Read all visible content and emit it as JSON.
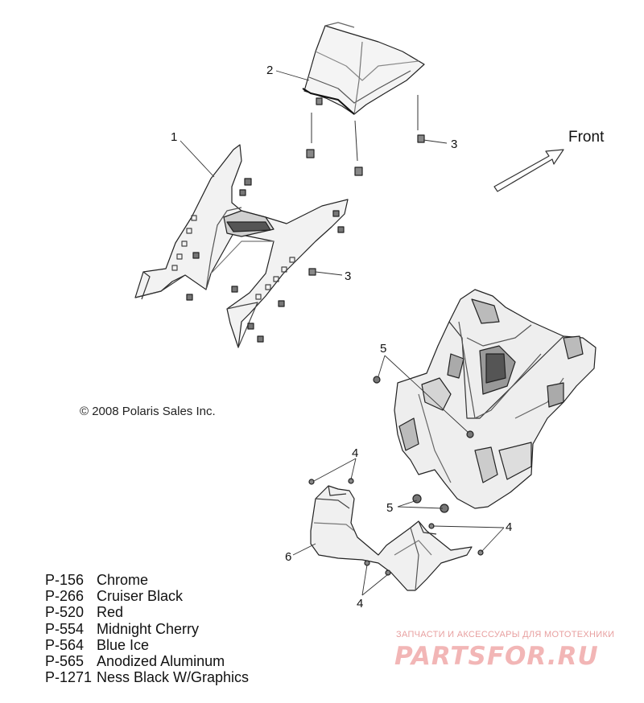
{
  "diagram": {
    "direction_label": "Front",
    "copyright": "© 2008 Polaris Sales Inc.",
    "callouts": [
      {
        "id": "c1",
        "text": "1"
      },
      {
        "id": "c2",
        "text": "2"
      },
      {
        "id": "c3a",
        "text": "3"
      },
      {
        "id": "c3b",
        "text": "3"
      },
      {
        "id": "c4a",
        "text": "4"
      },
      {
        "id": "c4b",
        "text": "4"
      },
      {
        "id": "c4c",
        "text": "4"
      },
      {
        "id": "c5a",
        "text": "5"
      },
      {
        "id": "c5b",
        "text": "5"
      },
      {
        "id": "c6",
        "text": "6"
      }
    ],
    "color_codes": [
      {
        "code": "P-156",
        "name": "Chrome"
      },
      {
        "code": "P-266",
        "name": "Cruiser Black"
      },
      {
        "code": "P-520",
        "name": "Red"
      },
      {
        "code": "P-554",
        "name": "Midnight Cherry"
      },
      {
        "code": "P-564",
        "name": "Blue Ice"
      },
      {
        "code": "P-565",
        "name": "Anodized Aluminum"
      },
      {
        "code": "P-1271",
        "name": "Ness Black W/Graphics"
      }
    ]
  },
  "watermark": {
    "subtitle": "ЗАПЧАСТИ И АКСЕССУАРЫ ДЛЯ МОТОТЕХНИКИ",
    "logo": "PARTSFOR.RU"
  }
}
